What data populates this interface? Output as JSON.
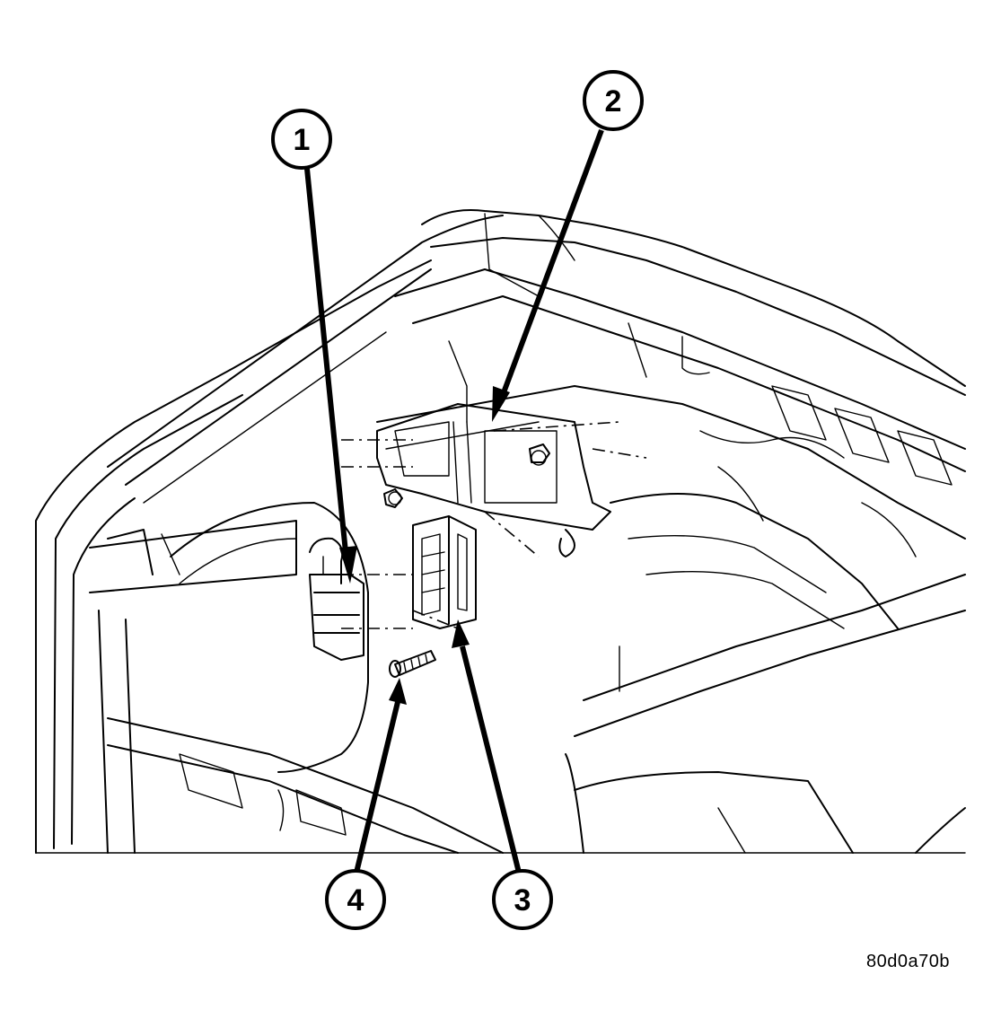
{
  "figure": {
    "id": "80d0a70b"
  },
  "callouts": [
    {
      "number": "1"
    },
    {
      "number": "2"
    },
    {
      "number": "3"
    },
    {
      "number": "4"
    }
  ],
  "colors": {
    "ink": "#000000",
    "paper": "#ffffff"
  }
}
